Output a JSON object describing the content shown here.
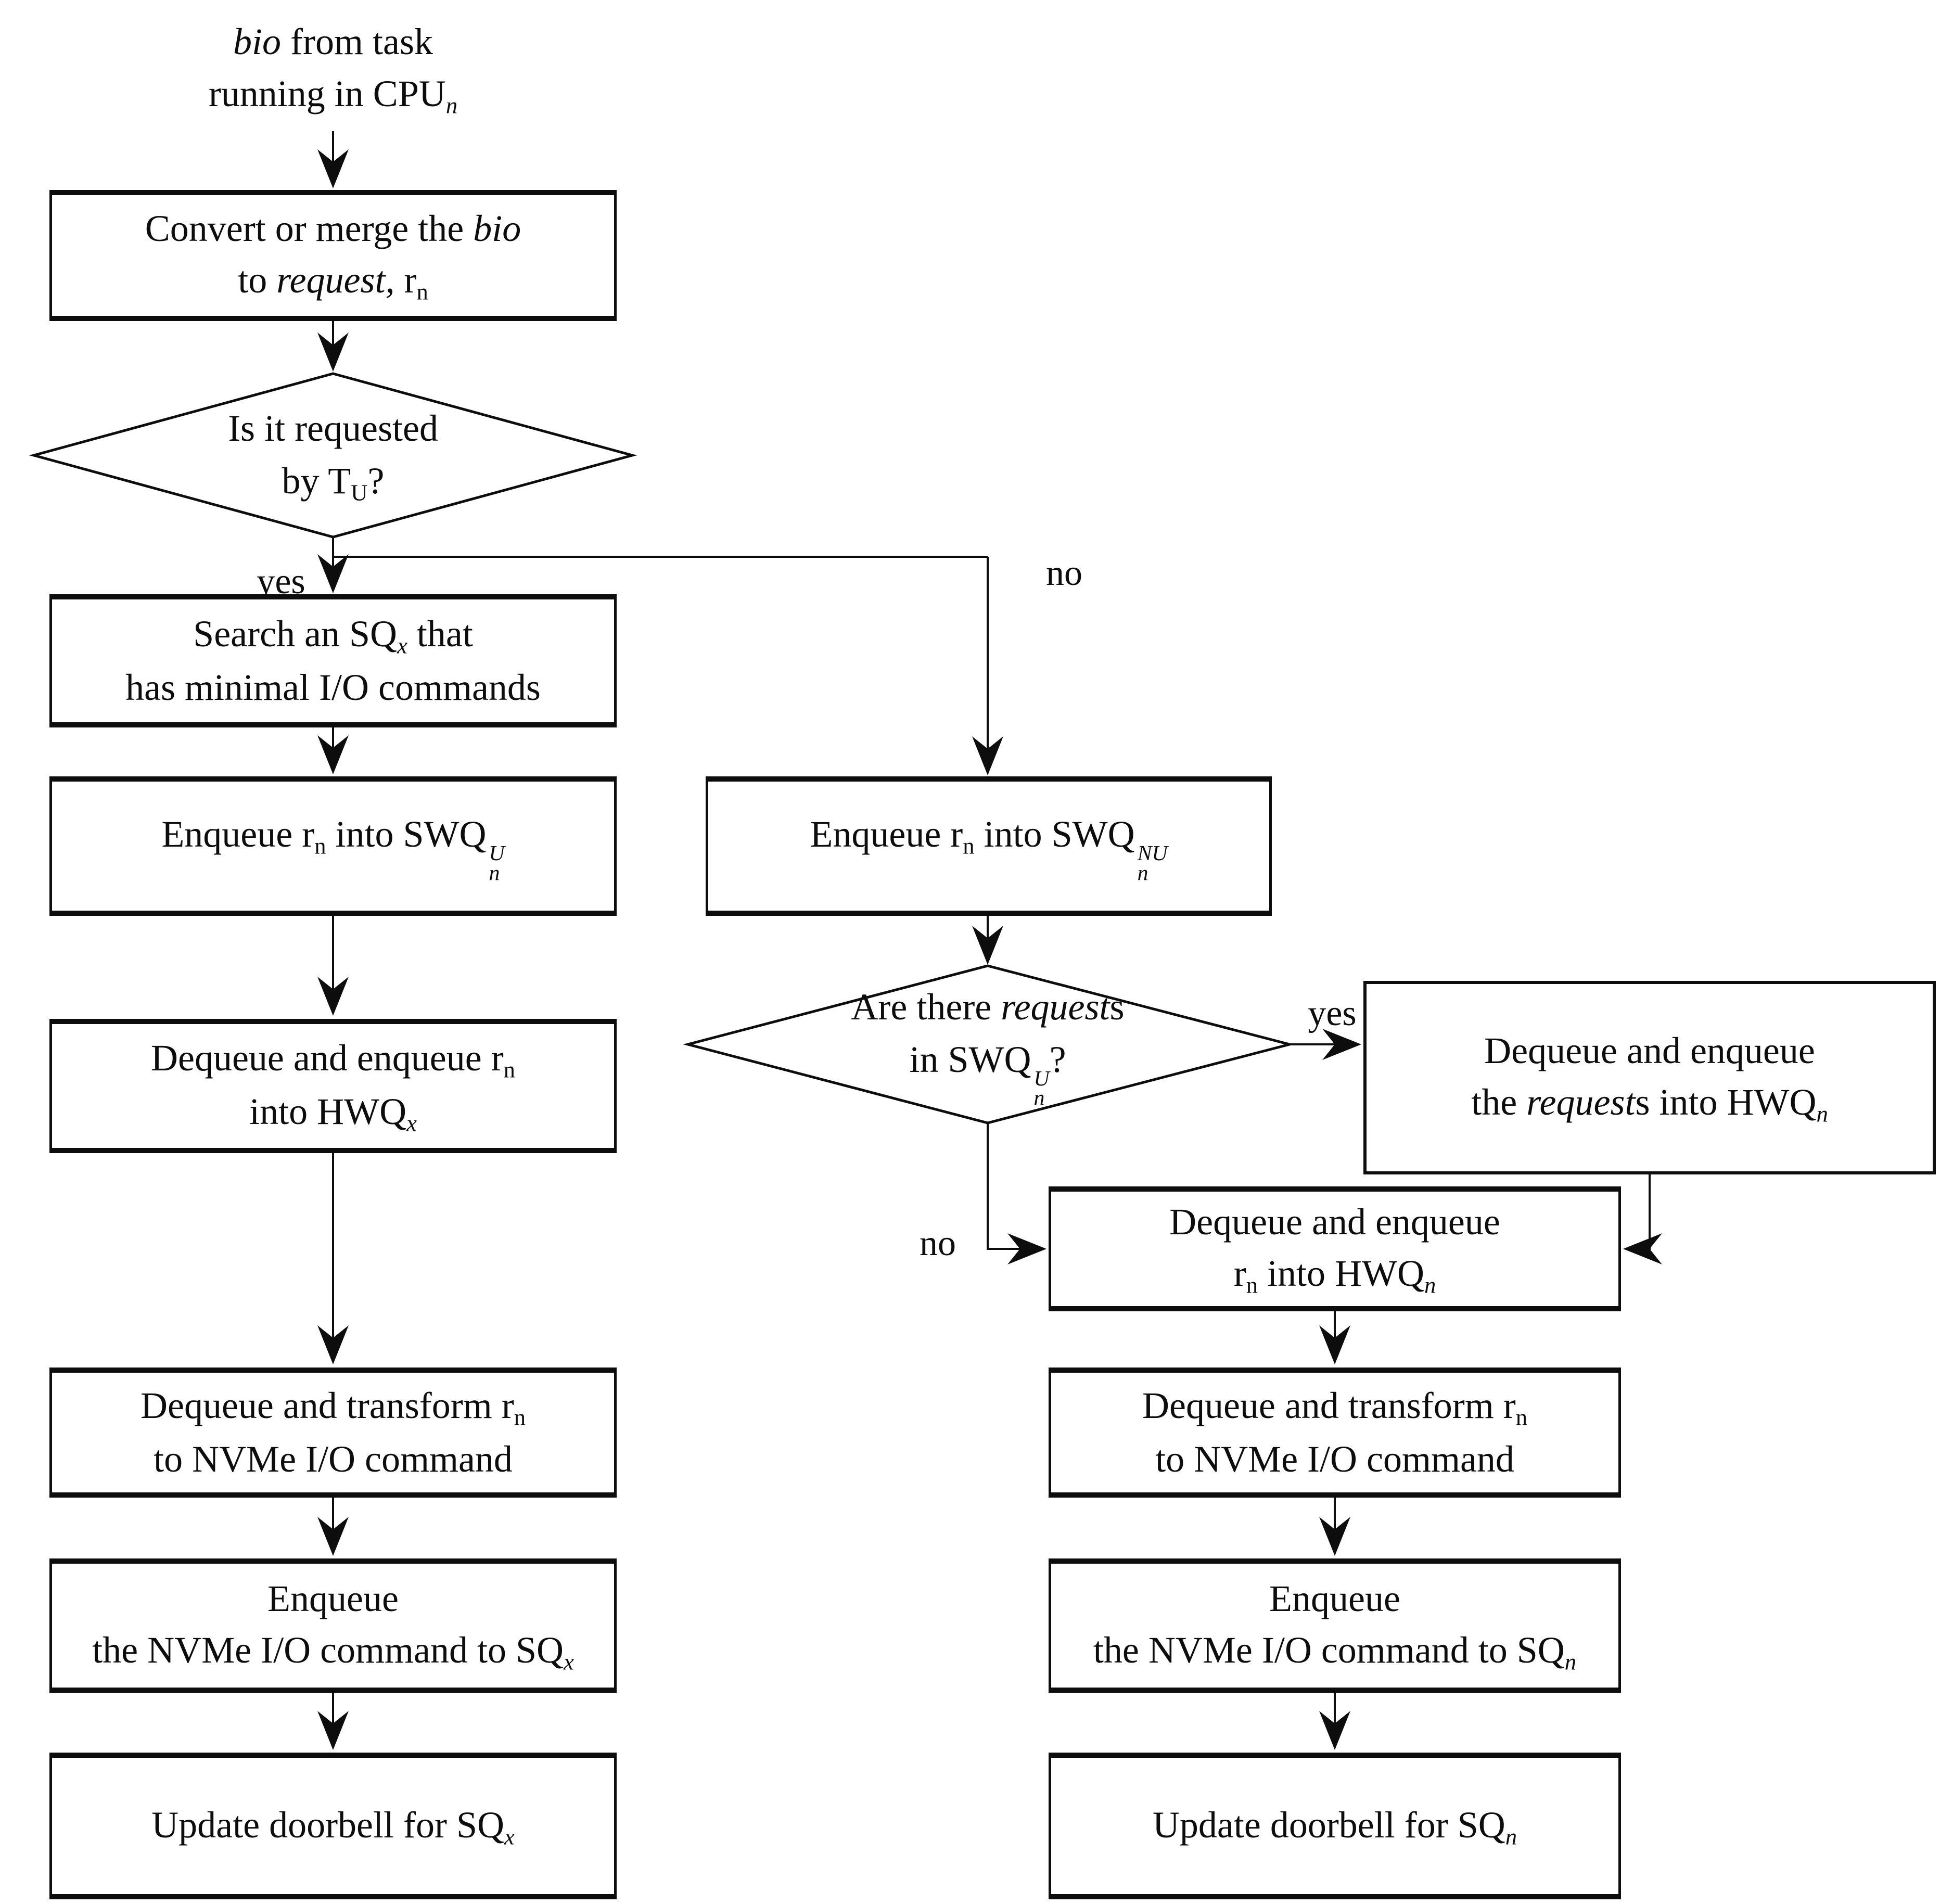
{
  "colors": {
    "ink": "#0d0d0d",
    "background": "#ffffff"
  },
  "labels": {
    "yes_top": "yes",
    "no_top": "no",
    "yes_mid": "yes",
    "no_mid": "no"
  },
  "nodes": {
    "start": {
      "lines": [
        [
          {
            "t": "bio",
            "s": "i"
          },
          {
            "t": " from task"
          }
        ],
        [
          {
            "t": "running in CPU"
          },
          {
            "t": "n",
            "s": "subi"
          }
        ]
      ]
    },
    "convert": {
      "lines": [
        [
          {
            "t": "Convert or merge the "
          },
          {
            "t": "bio",
            "s": "i"
          }
        ],
        [
          {
            "t": "to "
          },
          {
            "t": "request,",
            "s": "i"
          },
          {
            "t": " r"
          },
          {
            "t": "n",
            "s": "sub"
          }
        ]
      ]
    },
    "decision_tu": {
      "lines": [
        [
          {
            "t": "Is it requested"
          }
        ],
        [
          {
            "t": "by T"
          },
          {
            "t": "U",
            "s": "sub"
          },
          {
            "t": "?"
          }
        ]
      ]
    },
    "search_sq": {
      "lines": [
        [
          {
            "t": "Search an SQ"
          },
          {
            "t": "x",
            "s": "subi"
          },
          {
            "t": " that"
          }
        ],
        [
          {
            "t": "has minimal I/O commands"
          }
        ]
      ]
    },
    "enqueue_swq_u": {
      "lines": [
        [
          {
            "t": "Enqueue r"
          },
          {
            "t": "n",
            "s": "sub"
          },
          {
            "t": " into SWQ"
          },
          {
            "s": "stack",
            "top": "U",
            "bot": "n"
          }
        ]
      ]
    },
    "enqueue_swq_nu": {
      "lines": [
        [
          {
            "t": "Enqueue r"
          },
          {
            "t": "n",
            "s": "sub"
          },
          {
            "t": " into SWQ"
          },
          {
            "s": "stack",
            "top": "NU",
            "bot": "n"
          }
        ]
      ]
    },
    "dequeue_hwq_x": {
      "lines": [
        [
          {
            "t": "Dequeue and enqueue r"
          },
          {
            "t": "n",
            "s": "sub"
          }
        ],
        [
          {
            "t": "into HWQ"
          },
          {
            "t": "x",
            "s": "subi"
          }
        ]
      ]
    },
    "decision_swq_u": {
      "lines": [
        [
          {
            "t": "Are there "
          },
          {
            "t": "request",
            "s": "i"
          },
          {
            "t": "s"
          }
        ],
        [
          {
            "t": "in SWQ"
          },
          {
            "s": "stack",
            "top": "U",
            "bot": "n"
          },
          {
            "t": "?"
          }
        ]
      ]
    },
    "dequeue_requests_hwq_n": {
      "lines": [
        [
          {
            "t": "Dequeue and enqueue"
          }
        ],
        [
          {
            "t": "the "
          },
          {
            "t": "request",
            "s": "i"
          },
          {
            "t": "s into HWQ"
          },
          {
            "t": "n",
            "s": "subi"
          }
        ]
      ]
    },
    "dequeue_rn_hwq_n": {
      "lines": [
        [
          {
            "t": "Dequeue and enqueue"
          }
        ],
        [
          {
            "t": "r"
          },
          {
            "t": "n",
            "s": "sub"
          },
          {
            "t": " into HWQ"
          },
          {
            "t": "n",
            "s": "subi"
          }
        ]
      ]
    },
    "transform_left": {
      "lines": [
        [
          {
            "t": "Dequeue and transform r"
          },
          {
            "t": "n",
            "s": "sub"
          }
        ],
        [
          {
            "t": "to NVMe I/O command"
          }
        ]
      ]
    },
    "transform_right": {
      "lines": [
        [
          {
            "t": "Dequeue and transform r"
          },
          {
            "t": "n",
            "s": "sub"
          }
        ],
        [
          {
            "t": "to NVMe I/O command"
          }
        ]
      ]
    },
    "enqueue_sq_x": {
      "lines": [
        [
          {
            "t": "Enqueue"
          }
        ],
        [
          {
            "t": "the NVMe I/O command to SQ"
          },
          {
            "t": "x",
            "s": "subi"
          }
        ]
      ]
    },
    "enqueue_sq_n": {
      "lines": [
        [
          {
            "t": "Enqueue"
          }
        ],
        [
          {
            "t": "the NVMe I/O command to SQ"
          },
          {
            "t": "n",
            "s": "subi"
          }
        ]
      ]
    },
    "doorbell_x": {
      "lines": [
        [
          {
            "t": "Update doorbell for SQ"
          },
          {
            "t": "x",
            "s": "subi"
          }
        ]
      ]
    },
    "doorbell_n": {
      "lines": [
        [
          {
            "t": "Update doorbell for SQ"
          },
          {
            "t": "n",
            "s": "subi"
          }
        ]
      ]
    }
  }
}
